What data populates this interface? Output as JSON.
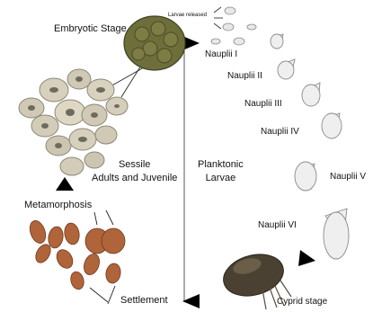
{
  "stages": {
    "embryotic": "Embryotic Stage",
    "larvae_released": "Larvae released",
    "sessile_line1": "Sessile",
    "sessile_line2": "Adults and Juvenile",
    "planktonic_line1": "Planktonic",
    "planktonic_line2": "Larvae",
    "metamorphosis": "Metamorphosis",
    "settlement": "Settlement",
    "cypris": "Cyprid stage"
  },
  "nauplii": [
    {
      "label": "Nauplii I"
    },
    {
      "label": "Nauplii II"
    },
    {
      "label": "Nauplii III"
    },
    {
      "label": "Nauplii IV"
    },
    {
      "label": "Nauplii V"
    },
    {
      "label": "Nauplii VI"
    }
  ],
  "colors": {
    "barnacle_shell": "#cfc9b6",
    "barnacle_shadow": "#6e6a5c",
    "egg_mass": "#6d6e3a",
    "cyprid_body": "#4a4132",
    "cyprid_eggs": "#b0643a",
    "larva_outline": "#8a8a8a",
    "arrow": "#000000"
  }
}
